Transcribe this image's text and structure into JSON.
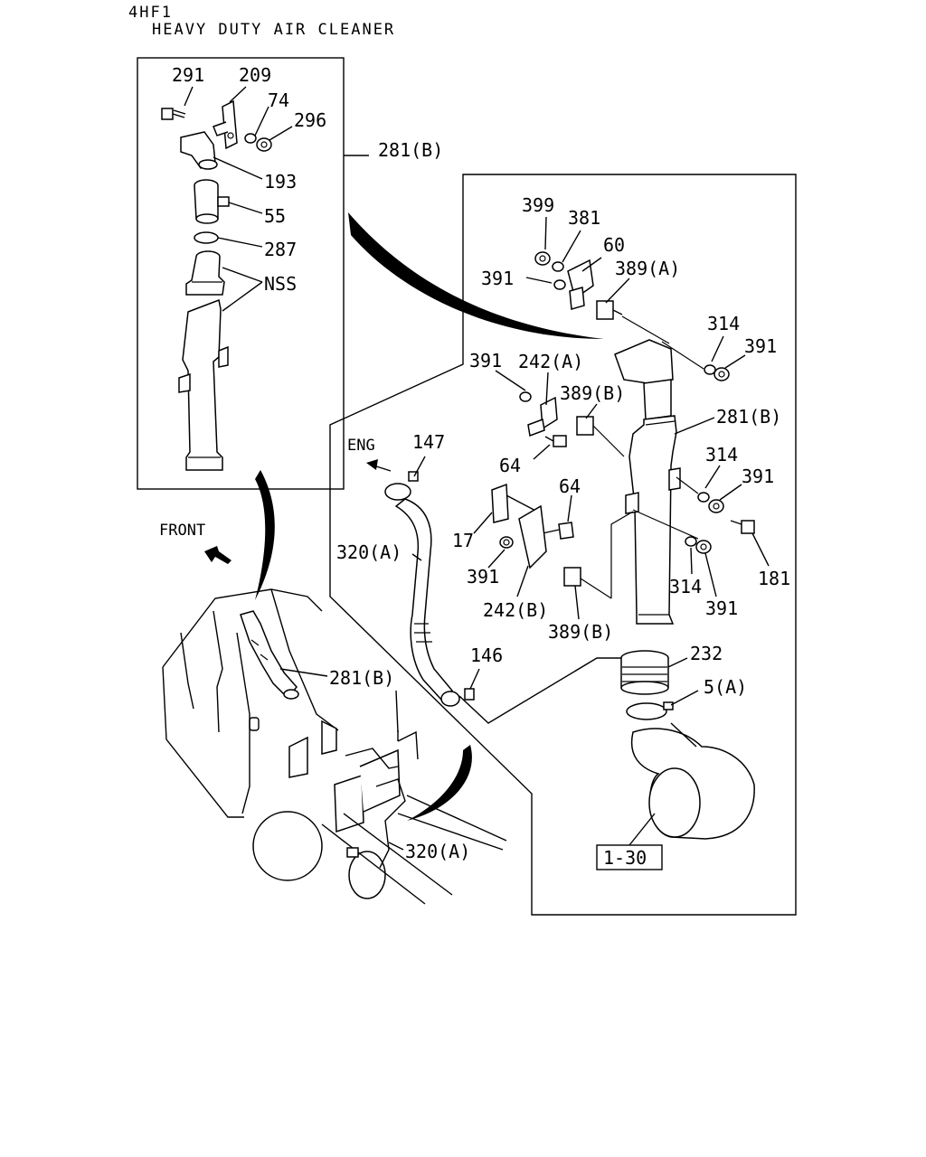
{
  "header": {
    "code": "4HF1",
    "title": "HEAVY DUTY AIR CLEANER"
  },
  "labels": {
    "p291": "291",
    "p209": "209",
    "p74": "74",
    "p296": "296",
    "p281b_inset": "281(B)",
    "p193": "193",
    "p55": "55",
    "p287": "287",
    "nss": "NSS",
    "p399": "399",
    "p381": "381",
    "p60": "60",
    "p391_a": "391",
    "p389a": "389(A)",
    "p314_a": "314",
    "p391_b": "391",
    "p391_c": "391",
    "p242a": "242(A)",
    "p389b_a": "389(B)",
    "p281b_main": "281(B)",
    "eng": "ENG",
    "p147": "147",
    "p64_a": "64",
    "p314_b": "314",
    "p391_d": "391",
    "p64_b": "64",
    "p17": "17",
    "front": "FRONT",
    "p320a_main": "320(A)",
    "p391_e": "391",
    "p181": "181",
    "p314_c": "314",
    "p242b": "242(B)",
    "p391_f": "391",
    "p389b_b": "389(B)",
    "p146": "146",
    "p232": "232",
    "p281b_truck": "281(B)",
    "p5a": "5(A)",
    "p320a_truck": "320(A)",
    "p1_30": "1-30"
  }
}
